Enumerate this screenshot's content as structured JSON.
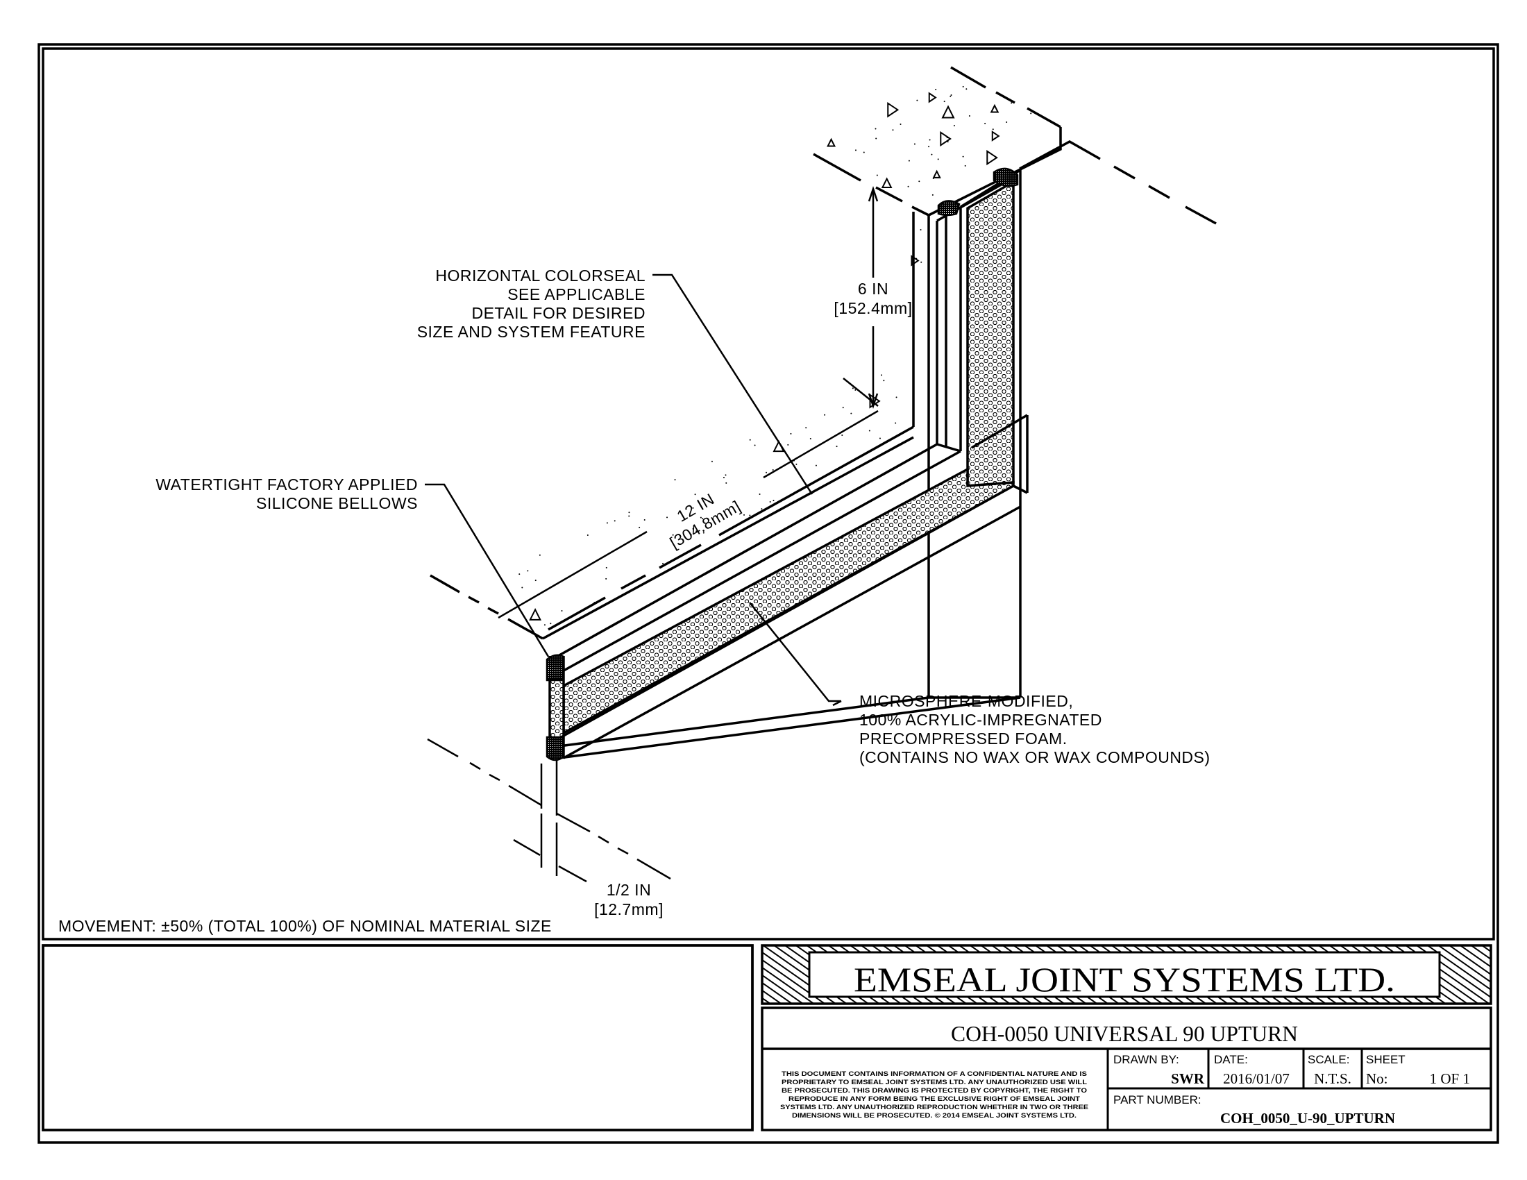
{
  "drawing": {
    "callouts": {
      "colorseal": [
        "HORIZONTAL COLORSEAL",
        "SEE APPLICABLE",
        "DETAIL FOR DESIRED",
        "SIZE AND SYSTEM FEATURE"
      ],
      "bellows": [
        "WATERTIGHT FACTORY APPLIED",
        "SILICONE BELLOWS"
      ],
      "foam": [
        "MICROSPHERE-MODIFIED,",
        "100% ACRYLIC-IMPREGNATED",
        "PRECOMPRESSED FOAM.",
        "(CONTAINS NO WAX OR WAX COMPOUNDS)"
      ]
    },
    "dimensions": {
      "height": {
        "imperial": "6 IN",
        "metric": "[152.4mm]"
      },
      "length": {
        "imperial": "12 IN",
        "metric": "[304.8mm]"
      },
      "width": {
        "imperial": "1/2 IN",
        "metric": "[12.7mm]"
      }
    },
    "movement_note": "MOVEMENT: ±50% (TOTAL 100%) OF NOMINAL MATERIAL SIZE"
  },
  "title_block": {
    "company": "EMSEAL JOINT SYSTEMS LTD.",
    "drawing_title": "COH-0050 UNIVERSAL 90 UPTURN",
    "disclaimer": [
      "THIS DOCUMENT CONTAINS INFORMATION OF A CONFIDENTIAL NATURE AND IS",
      "PROPRIETARY TO EMSEAL JOINT SYSTEMS LTD. ANY UNAUTHORIZED USE WILL",
      "BE PROSECUTED. THIS DRAWING IS PROTECTED BY COPYRIGHT, THE RIGHT TO",
      "REPRODUCE IN ANY FORM BEING THE EXCLUSIVE RIGHT OF EMSEAL JOINT",
      "SYSTEMS LTD. ANY UNAUTHORIZED REPRODUCTION WHETHER IN TWO OR THREE",
      "DIMENSIONS WILL BE PROSECUTED. © 2014 EMSEAL JOINT SYSTEMS LTD."
    ],
    "drawn_by": {
      "label": "DRAWN BY:",
      "value": "SWR"
    },
    "date": {
      "label": "DATE:",
      "value": "2016/01/07"
    },
    "scale": {
      "label": "SCALE:",
      "value": "N.T.S."
    },
    "sheet": {
      "label": "SHEET",
      "no_label": "No:",
      "value": "1 OF 1"
    },
    "part_number": {
      "label": "PART NUMBER:",
      "value": "COH_0050_U-90_UPTURN"
    }
  }
}
